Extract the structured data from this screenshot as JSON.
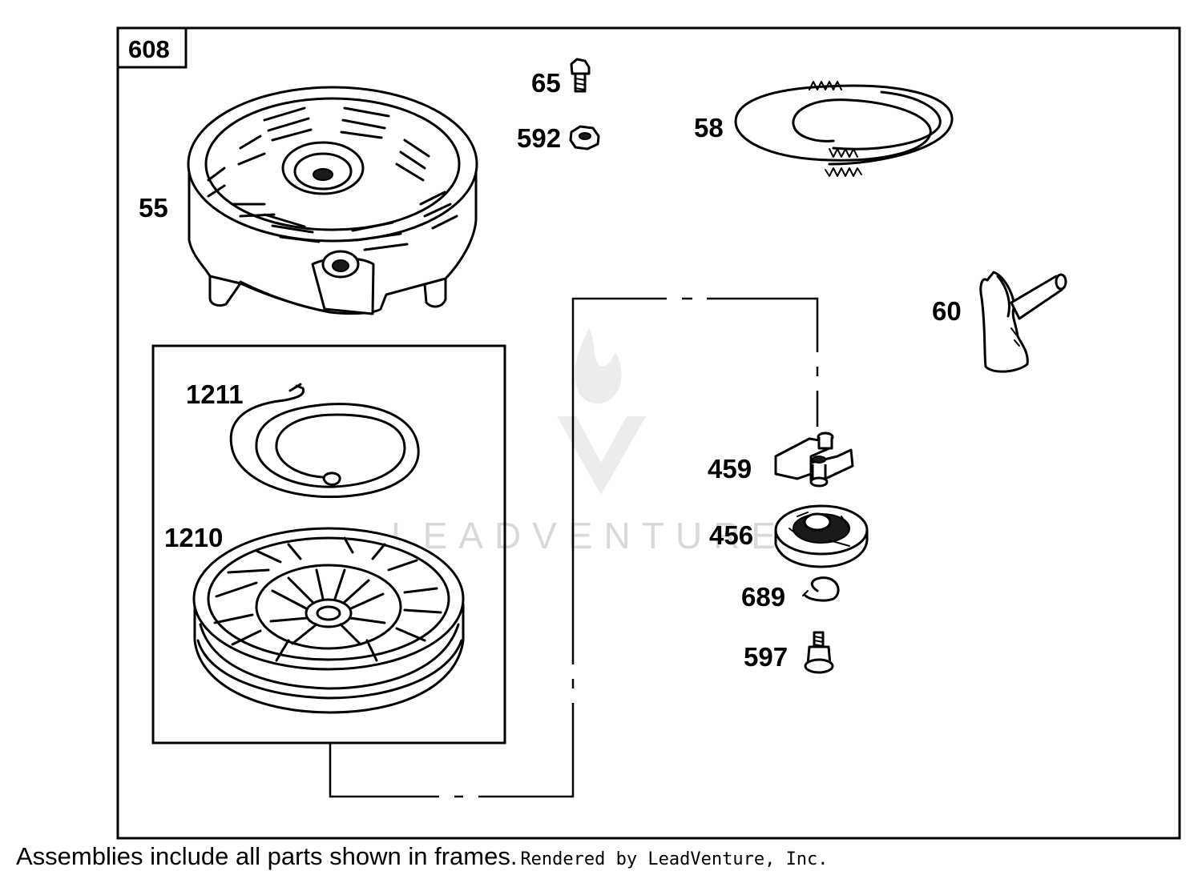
{
  "diagram": {
    "frame_label": "608",
    "callouts": {
      "c65": "65",
      "c592": "592",
      "c58": "58",
      "c55": "55",
      "c60": "60",
      "c1211": "1211",
      "c1210": "1210",
      "c459": "459",
      "c456": "456",
      "c689": "689",
      "c597": "597"
    },
    "watermark": "LEADVENTURE"
  },
  "footer": {
    "note": "Assemblies include all parts shown in frames.",
    "rendered_by": "Rendered by LeadVenture, Inc."
  }
}
